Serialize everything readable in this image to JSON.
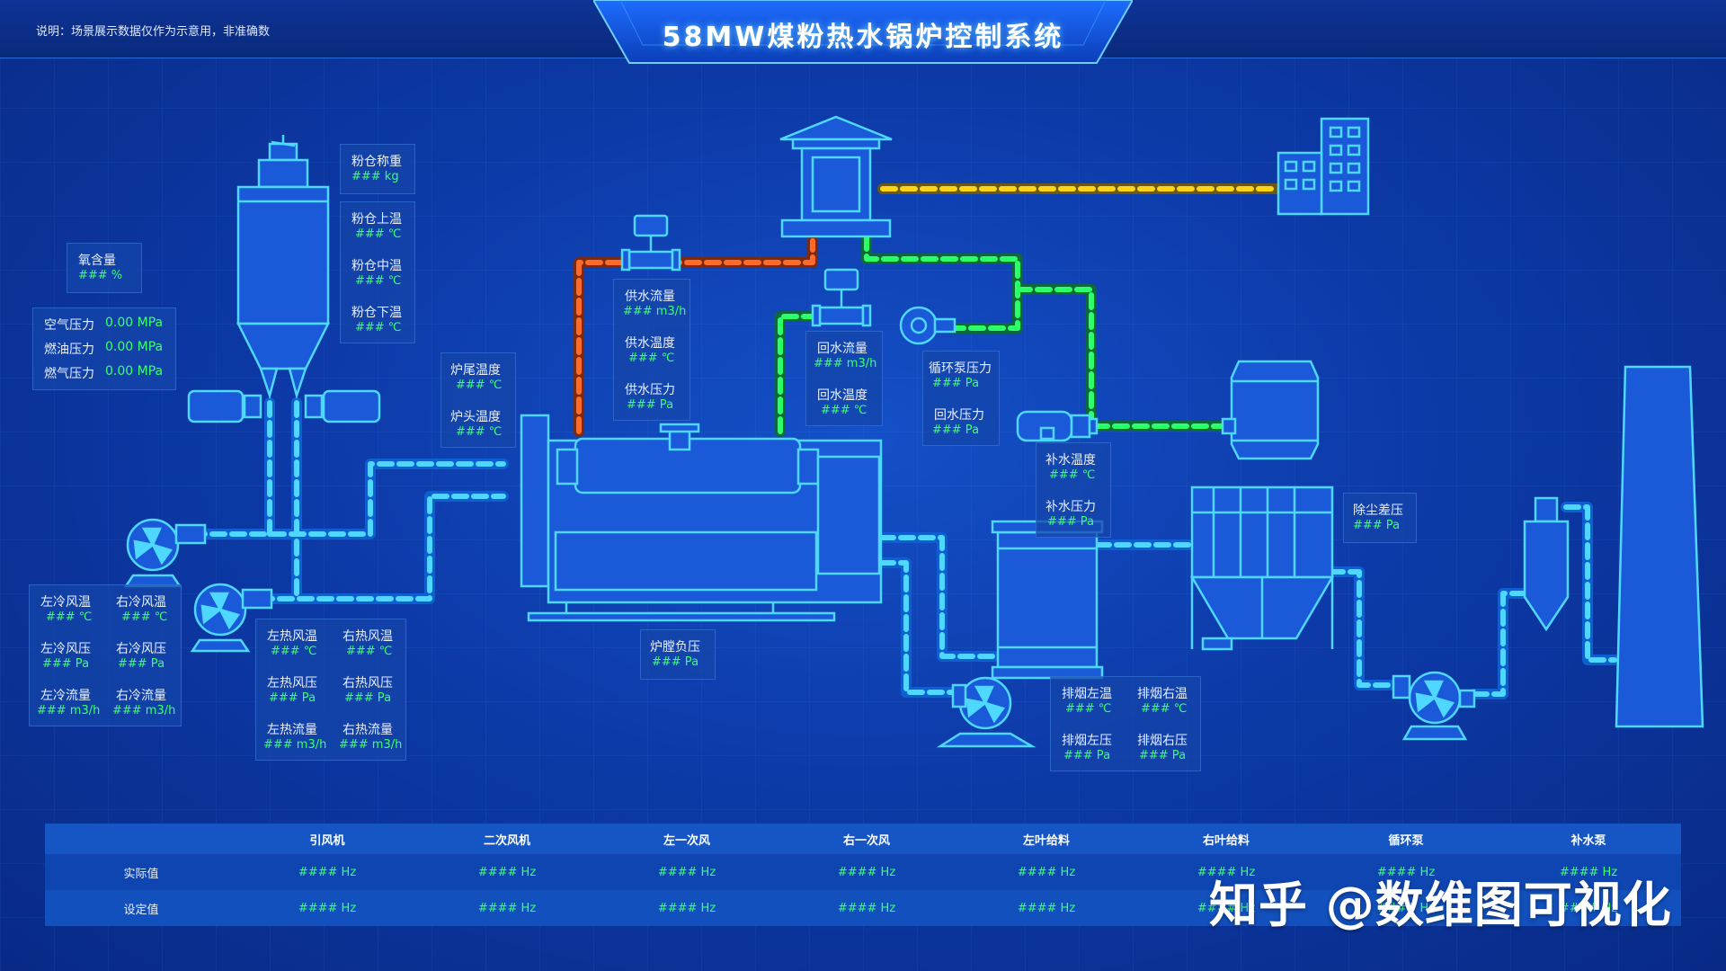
{
  "header": {
    "title": "58MW煤粉热水锅炉控制系统",
    "note": "说明：场景展示数据仅作为示意用，非准确数"
  },
  "colors": {
    "background": "#0d3aa8",
    "line": "#4fd8ff",
    "hot_pipe": "#ff6a2a",
    "green_pipe": "#2bff6a",
    "yellow_pipe": "#ffd21a",
    "value_green": "#3dff6e"
  },
  "readouts": {
    "oxygen": {
      "label": "氧含量",
      "value": "### %"
    },
    "pressures": [
      {
        "label": "空气压力",
        "value": "0.00 MPa"
      },
      {
        "label": "燃油压力",
        "value": "0.00 MPa"
      },
      {
        "label": "燃气压力",
        "value": "0.00 MPa"
      }
    ],
    "silo_weight": {
      "label": "粉仓称重",
      "value": "### kg"
    },
    "silo_temps": [
      {
        "label": "粉仓上温",
        "value": "### ℃"
      },
      {
        "label": "粉仓中温",
        "value": "### ℃"
      },
      {
        "label": "粉仓下温",
        "value": "### ℃"
      }
    ],
    "furnace_temps": [
      {
        "label": "炉尾温度",
        "value": "### ℃"
      },
      {
        "label": "炉头温度",
        "value": "### ℃"
      }
    ],
    "supply_water": [
      {
        "label": "供水流量",
        "value": "### m3/h"
      },
      {
        "label": "供水温度",
        "value": "### ℃"
      },
      {
        "label": "供水压力",
        "value": "### Pa"
      }
    ],
    "return_water": [
      {
        "label": "回水流量",
        "value": "### m3/h"
      },
      {
        "label": "回水温度",
        "value": "### ℃"
      }
    ],
    "circ_pump": [
      {
        "label": "循环泵压力",
        "value": "### Pa"
      },
      {
        "label": "回水压力",
        "value": "### Pa"
      }
    ],
    "makeup": [
      {
        "label": "补水温度",
        "value": "### ℃"
      },
      {
        "label": "补水压力",
        "value": "### Pa"
      }
    ],
    "dust": {
      "label": "除尘差压",
      "value": "### Pa"
    },
    "furnace_neg": {
      "label": "炉膛负压",
      "value": "### Pa"
    },
    "cold_air": [
      {
        "label": "左冷风温",
        "value": "### ℃"
      },
      {
        "label": "右冷风温",
        "value": "### ℃"
      },
      {
        "label": "左冷风压",
        "value": "### Pa"
      },
      {
        "label": "右冷风压",
        "value": "### Pa"
      },
      {
        "label": "左冷流量",
        "value": "### m3/h"
      },
      {
        "label": "右冷流量",
        "value": "### m3/h"
      }
    ],
    "hot_air": [
      {
        "label": "左热风温",
        "value": "### ℃"
      },
      {
        "label": "右热风温",
        "value": "### ℃"
      },
      {
        "label": "左热风压",
        "value": "### Pa"
      },
      {
        "label": "右热风压",
        "value": "### Pa"
      },
      {
        "label": "左热流量",
        "value": "### m3/h"
      },
      {
        "label": "右热流量",
        "value": "### m3/h"
      }
    ],
    "flue": [
      {
        "label": "排烟左温",
        "value": "### ℃"
      },
      {
        "label": "排烟右温",
        "value": "### ℃"
      },
      {
        "label": "排烟左压",
        "value": "### Pa"
      },
      {
        "label": "排烟右压",
        "value": "### Pa"
      }
    ]
  },
  "table": {
    "columns": [
      "引风机",
      "二次风机",
      "左一次风",
      "右一次风",
      "左叶给料",
      "右叶给料",
      "循环泵",
      "补水泵"
    ],
    "rows": [
      {
        "label": "实际值",
        "values": [
          "#### Hz",
          "#### Hz",
          "#### Hz",
          "#### Hz",
          "#### Hz",
          "#### Hz",
          "#### Hz",
          "#### Hz"
        ]
      },
      {
        "label": "设定值",
        "values": [
          "#### Hz",
          "#### Hz",
          "#### Hz",
          "#### Hz",
          "#### Hz",
          "#### Hz",
          "#### Hz",
          "#### Hz"
        ]
      }
    ]
  },
  "watermark": "知乎 @数维图可视化"
}
